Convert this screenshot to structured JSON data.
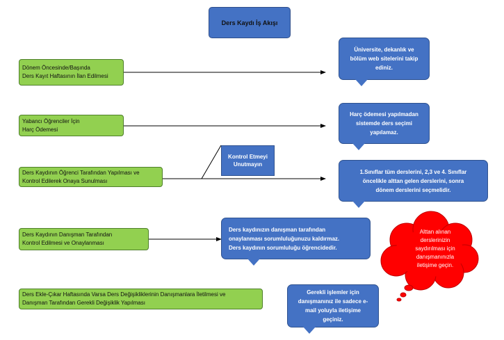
{
  "title": "Ders Kaydı İş Akışı",
  "steps": [
    {
      "label": "Dönem Öncesinde/Başında\nDers Kayıt Haftasının İlan Edilmesi"
    },
    {
      "label": "Yabancı Öğrenciler İçin\nHarç Ödemesi"
    },
    {
      "label": "Ders Kaydının Öğrenci Tarafından Yapılması ve\nKontrol Edilerek Onaya Sunulması"
    },
    {
      "label": "Ders Kaydının Danışman Tarafından\nKontrol Edilmesi ve Onaylanması"
    },
    {
      "label": "Ders Ekle-Çıkar Haftasında Varsa Ders Değişikliklerinin Danışmanlara İletilmesi ve\nDanışman Tarafından Gerekli Değişiklik Yapılması"
    }
  ],
  "notes": [
    {
      "text": "Üniversite, dekanlık ve\nbölüm web sitelerini takip\nediniz."
    },
    {
      "text": "Harç ödemesi yapılmadan\nsistemde ders seçimi\nyapılamaz."
    },
    {
      "text": "1.Sınıflar tüm derslerini, 2,3 ve 4. Sınıflar\nöncelikle alttan gelen derslerini, sonra\ndönem derslerini seçmelidir."
    },
    {
      "text": "Ders kaydınızın danışman tarafından\nonaylanması sorumluluğunuzu kaldırmaz.\nDers kaydının sorumluluğu öğrencidedir."
    },
    {
      "text": "Gerekli işlemler için\ndanışmanınız ile sadece e-\nmail yoluyla iletişime\ngeçiniz."
    }
  ],
  "callout": {
    "text": "Kontrol Etmeyi\nUnutmayın"
  },
  "cloud": {
    "text": "Alttan alınan\nderslerinizin\nsaydırılması için\ndanışmanınızla\niletişime geçin."
  },
  "colors": {
    "step_fill": "#92d050",
    "note_fill": "#4472c4",
    "cloud_fill": "#ff0000",
    "line": "#000000"
  }
}
